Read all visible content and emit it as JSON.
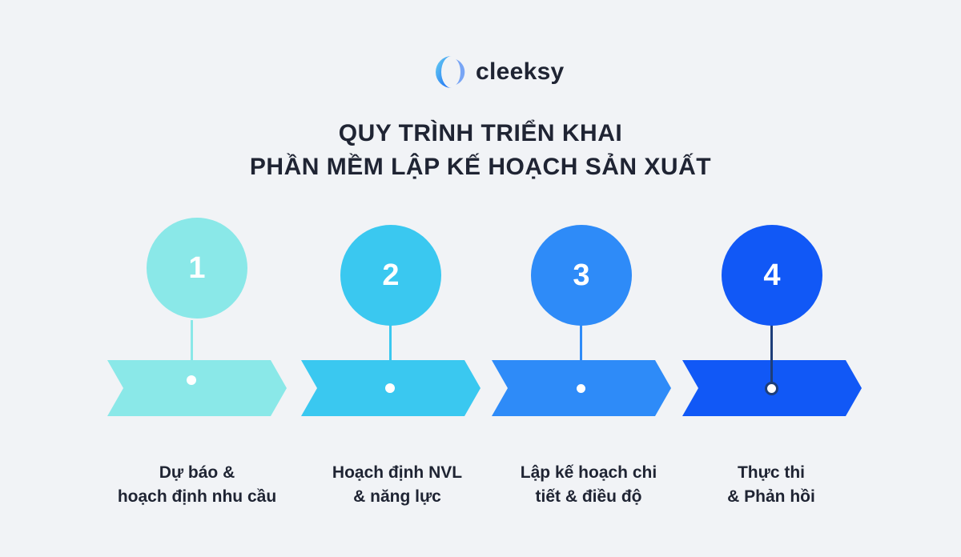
{
  "brand": {
    "name": "cleeksy",
    "logo_icon": "cleeksy-logo-icon",
    "colors": {
      "light": "#6ad3f2",
      "dark": "#1464f4"
    }
  },
  "title": {
    "line1": "QUY TRÌNH TRIỂN KHAI",
    "line2": "PHẦN MỀM LẬP KẾ HOẠCH SẢN XUẤT"
  },
  "steps": [
    {
      "number": "1",
      "label_line1": "Dự báo &",
      "label_line2": "hoạch định nhu cầu",
      "color": "#8ae8e8",
      "stem_color": "#8ae8e8",
      "dot_border": "#8ae8e8"
    },
    {
      "number": "2",
      "label_line1": "Hoạch định NVL",
      "label_line2": "& năng lực",
      "color": "#3ac8f0",
      "stem_color": "#3ac8f0",
      "dot_border": "#3ac8f0"
    },
    {
      "number": "3",
      "label_line1": "Lập kế hoạch chi",
      "label_line2": "tiết & điều độ",
      "color": "#2e8bf8",
      "stem_color": "#2e8bf8",
      "dot_border": "#2e8bf8"
    },
    {
      "number": "4",
      "label_line1": "Thực thi",
      "label_line2": "& Phản hồi",
      "color": "#1158f6",
      "stem_color": "#1d3e7a",
      "dot_border": "#1d3e7a"
    }
  ]
}
